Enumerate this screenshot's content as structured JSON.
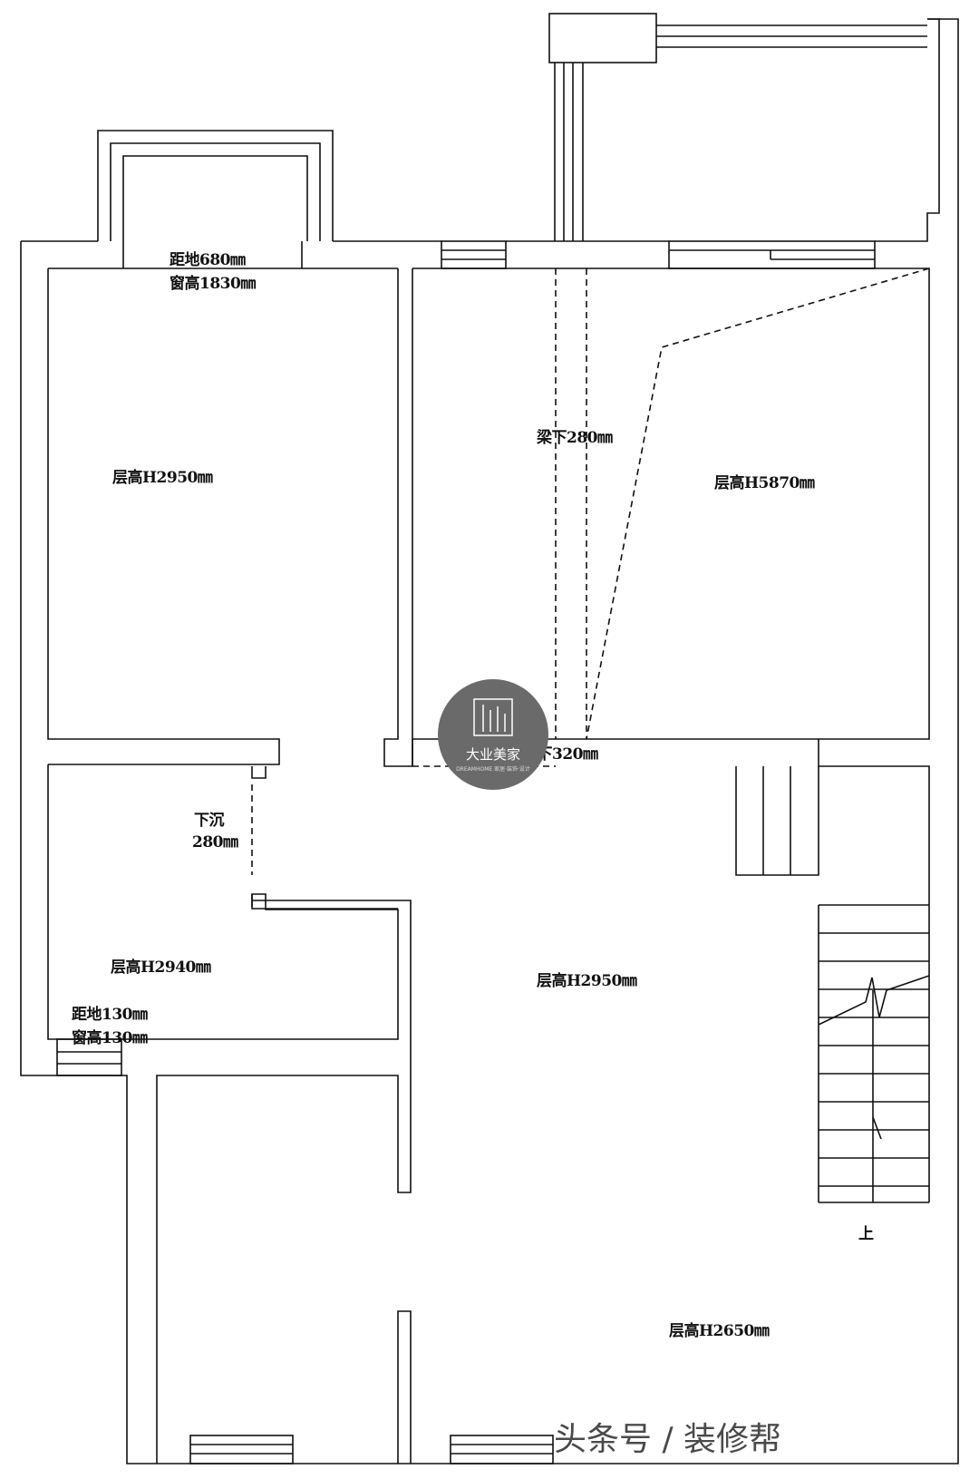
{
  "labels": {
    "window_top_distance": "距地680㎜",
    "window_top_height": "窗高1830㎜",
    "beam_top": "梁下280㎜",
    "room_topleft_height": "层高H2950㎜",
    "room_topright_height": "层高H5870㎜",
    "beam_middle": "梁下320㎜",
    "sunken_label": "下沉",
    "sunken_depth": "280㎜",
    "room_midleft_height": "层高H2940㎜",
    "window_left_distance": "距地130㎜",
    "window_left_height": "窗高130㎜",
    "room_center_height": "层高H2950㎜",
    "stair_up": "上",
    "room_bottom_height": "层高H2650㎜"
  },
  "watermark": {
    "logo_text": "大业美家",
    "logo_subtext": "DREAMHOME 家居·装饰·设计",
    "footer_text": "头条号 / 装修帮"
  },
  "colors": {
    "line": "#111111",
    "logo_bg": "#6a6a6a",
    "watermark": "#4a4a4a"
  }
}
